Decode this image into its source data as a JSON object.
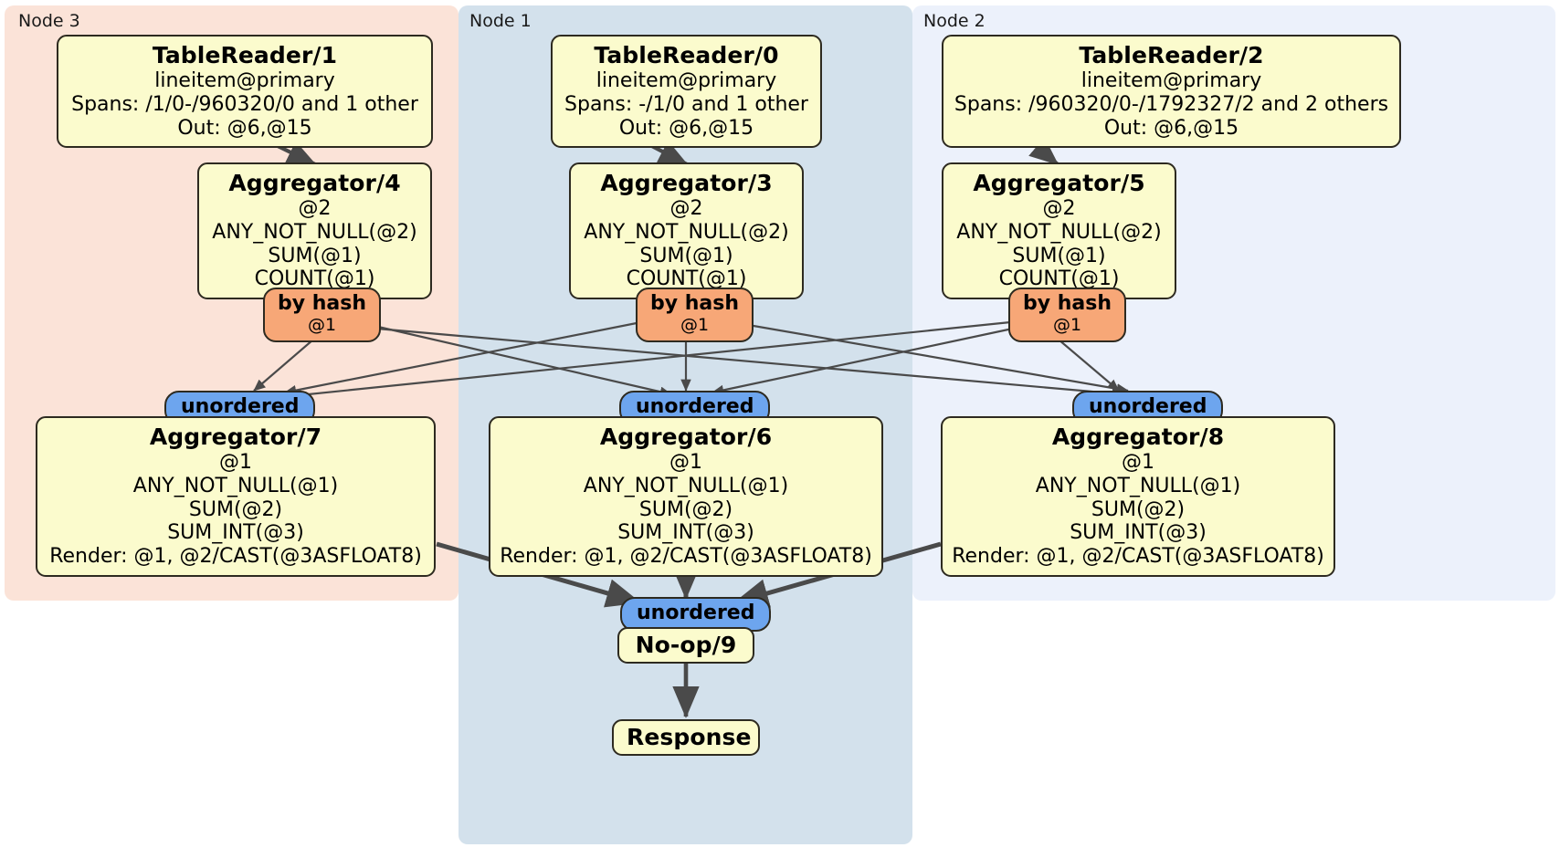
{
  "diagram": {
    "type": "distributed-query-plan",
    "colors": {
      "node3_panel": "#fbe3d8",
      "node1_panel": "#d3e1ec",
      "node2_panel": "#ecf1fb",
      "processor_box": "#fbfbcd",
      "hash_badge": "#f7a777",
      "unordered_badge": "#6da5ee",
      "edge": "#4a4a4a",
      "border": "#2d2a20"
    },
    "panels": [
      {
        "id": "node3",
        "label": "Node 3"
      },
      {
        "id": "node1",
        "label": "Node 1"
      },
      {
        "id": "node2",
        "label": "Node 2"
      }
    ],
    "processors": {
      "table_reader_1": {
        "title": "TableReader/1",
        "lines": [
          "lineitem@primary",
          "Spans: /1/0-/960320/0 and 1 other",
          "Out: @6,@15"
        ]
      },
      "table_reader_0": {
        "title": "TableReader/0",
        "lines": [
          "lineitem@primary",
          "Spans: -/1/0 and 1 other",
          "Out: @6,@15"
        ]
      },
      "table_reader_2": {
        "title": "TableReader/2",
        "lines": [
          "lineitem@primary",
          "Spans: /960320/0-/1792327/2 and 2 others",
          "Out: @6,@15"
        ]
      },
      "aggregator_4": {
        "title": "Aggregator/4",
        "lines": [
          "@2",
          "ANY_NOT_NULL(@2)",
          "SUM(@1)",
          "COUNT(@1)"
        ]
      },
      "aggregator_3": {
        "title": "Aggregator/3",
        "lines": [
          "@2",
          "ANY_NOT_NULL(@2)",
          "SUM(@1)",
          "COUNT(@1)"
        ]
      },
      "aggregator_5": {
        "title": "Aggregator/5",
        "lines": [
          "@2",
          "ANY_NOT_NULL(@2)",
          "SUM(@1)",
          "COUNT(@1)"
        ]
      },
      "aggregator_7": {
        "title": "Aggregator/7",
        "lines": [
          "@1",
          "ANY_NOT_NULL(@1)",
          "SUM(@2)",
          "SUM_INT(@3)",
          "Render: @1, @2/CAST(@3ASFLOAT8)"
        ]
      },
      "aggregator_6": {
        "title": "Aggregator/6",
        "lines": [
          "@1",
          "ANY_NOT_NULL(@1)",
          "SUM(@2)",
          "SUM_INT(@3)",
          "Render: @1, @2/CAST(@3ASFLOAT8)"
        ]
      },
      "aggregator_8": {
        "title": "Aggregator/8",
        "lines": [
          "@1",
          "ANY_NOT_NULL(@1)",
          "SUM(@2)",
          "SUM_INT(@3)",
          "Render: @1, @2/CAST(@3ASFLOAT8)"
        ]
      },
      "noop_9": {
        "title": "No-op/9"
      },
      "response": {
        "title": "Response"
      }
    },
    "badges": {
      "hash_left": {
        "label": "by hash",
        "sub": "@1"
      },
      "hash_center": {
        "label": "by hash",
        "sub": "@1"
      },
      "hash_right": {
        "label": "by hash",
        "sub": "@1"
      },
      "unordered_left": {
        "label": "unordered"
      },
      "unordered_center": {
        "label": "unordered"
      },
      "unordered_right": {
        "label": "unordered"
      },
      "unordered_final": {
        "label": "unordered"
      }
    }
  }
}
